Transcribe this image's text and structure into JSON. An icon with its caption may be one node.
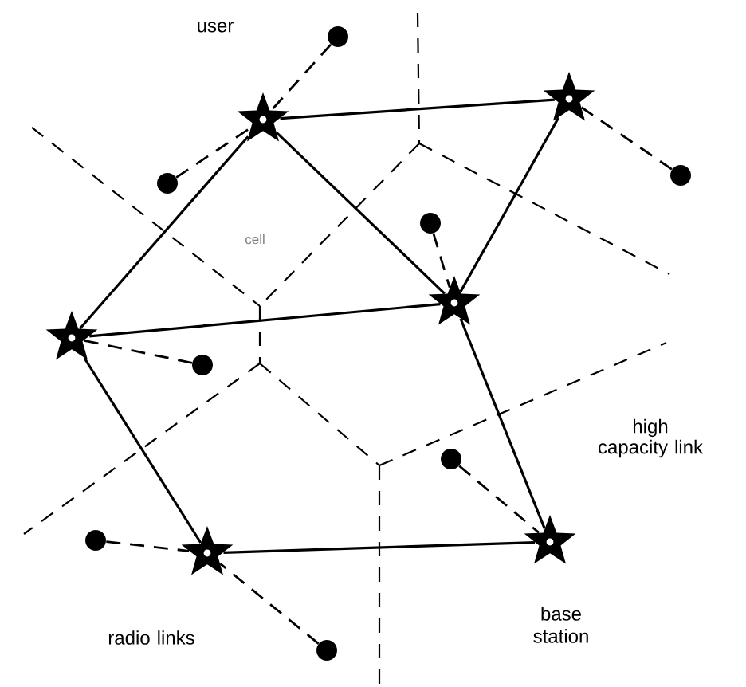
{
  "diagram": {
    "nodes": [
      {
        "text": [],
        "shape": "star"
      },
      {
        "text": [],
        "shape": "star"
      },
      {
        "text": [],
        "shape": "star"
      },
      {
        "text": [],
        "shape": "star"
      },
      {
        "text": [],
        "shape": "star"
      },
      {
        "text": [],
        "shape": "star",
        "beside": [
          "base station"
        ]
      },
      {
        "text": [],
        "shape": "circle"
      },
      {
        "text": [],
        "shape": "circle"
      },
      {
        "text": [],
        "shape": "circle"
      },
      {
        "text": [],
        "shape": "circle"
      },
      {
        "text": [],
        "shape": "circle"
      },
      {
        "text": [],
        "shape": "circle"
      },
      {
        "text": [],
        "shape": "circle"
      },
      {
        "text": [],
        "shape": "circle"
      }
    ],
    "edges": [
      {
        "from": 0,
        "to": 1,
        "arrow": "none"
      },
      {
        "from": 0,
        "to": 2,
        "arrow": "none"
      },
      {
        "from": 0,
        "to": 3,
        "arrow": "none"
      },
      {
        "from": 1,
        "to": 2,
        "arrow": "none"
      },
      {
        "from": 3,
        "to": 2,
        "arrow": "none"
      },
      {
        "from": 3,
        "to": 4,
        "arrow": "none"
      },
      {
        "from": 2,
        "to": 5,
        "arrow": "none"
      },
      {
        "from": 4,
        "to": 5,
        "arrow": "none"
      },
      {
        "from": 6,
        "to": 0,
        "arrow": "none",
        "style": "dashed"
      },
      {
        "from": 7,
        "to": 0,
        "arrow": "none",
        "style": "dashed"
      },
      {
        "from": 8,
        "to": 1,
        "arrow": "none",
        "style": "dashed"
      },
      {
        "from": 9,
        "to": 2,
        "arrow": "none",
        "style": "dashed"
      },
      {
        "from": 10,
        "to": 3,
        "arrow": "none",
        "style": "dashed"
      },
      {
        "from": 11,
        "to": 5,
        "arrow": "none",
        "style": "dashed"
      },
      {
        "from": 12,
        "to": 4,
        "arrow": "none",
        "style": "dashed"
      },
      {
        "from": 13,
        "to": 4,
        "arrow": "none",
        "style": "dashed"
      }
    ],
    "labels": [
      "user",
      "cell",
      "high capacity link",
      "radio links"
    ]
  }
}
